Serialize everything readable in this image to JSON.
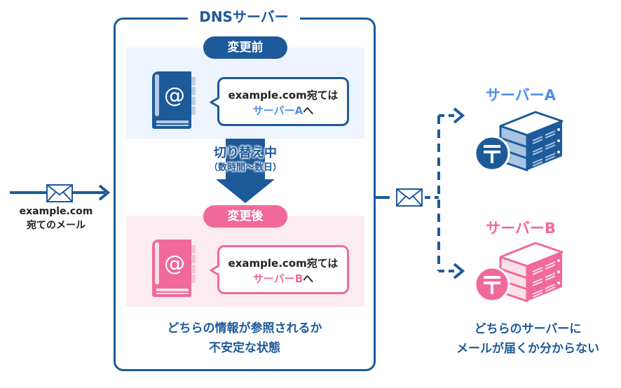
{
  "colors": {
    "primary": "#1d5a9a",
    "primary_light": "#edf4fd",
    "server_a_accent": "#4f8fe6",
    "pink": "#f0699a",
    "pink_light": "#fdebf2"
  },
  "dns_server": {
    "title": "DNSサーバー",
    "before": {
      "label": "変更前",
      "bubble_line1": "example.com宛ては",
      "bubble_server": "サーバーA",
      "bubble_suffix": "へ",
      "icon": "address-book-icon"
    },
    "switching": {
      "main": "切り替え中",
      "sub": "（数時間〜数日）",
      "icon": "down-arrow-icon"
    },
    "after": {
      "label": "変更後",
      "bubble_line1": "example.com宛ては",
      "bubble_server": "サーバーB",
      "bubble_suffix": "へ",
      "icon": "address-book-icon"
    },
    "caption_line1": "どちらの情報が参照されるか",
    "caption_line2": "不安定な状態"
  },
  "incoming_mail": {
    "line1": "example.com",
    "line2": "宛てのメール",
    "icon": "envelope-icon"
  },
  "servers": [
    {
      "name": "サーバーA",
      "icon": "mail-server-icon"
    },
    {
      "name": "サーバーB",
      "icon": "mail-server-icon"
    }
  ],
  "right_caption": {
    "line1": "どちらのサーバーに",
    "line2": "メールが届くか分からない"
  }
}
